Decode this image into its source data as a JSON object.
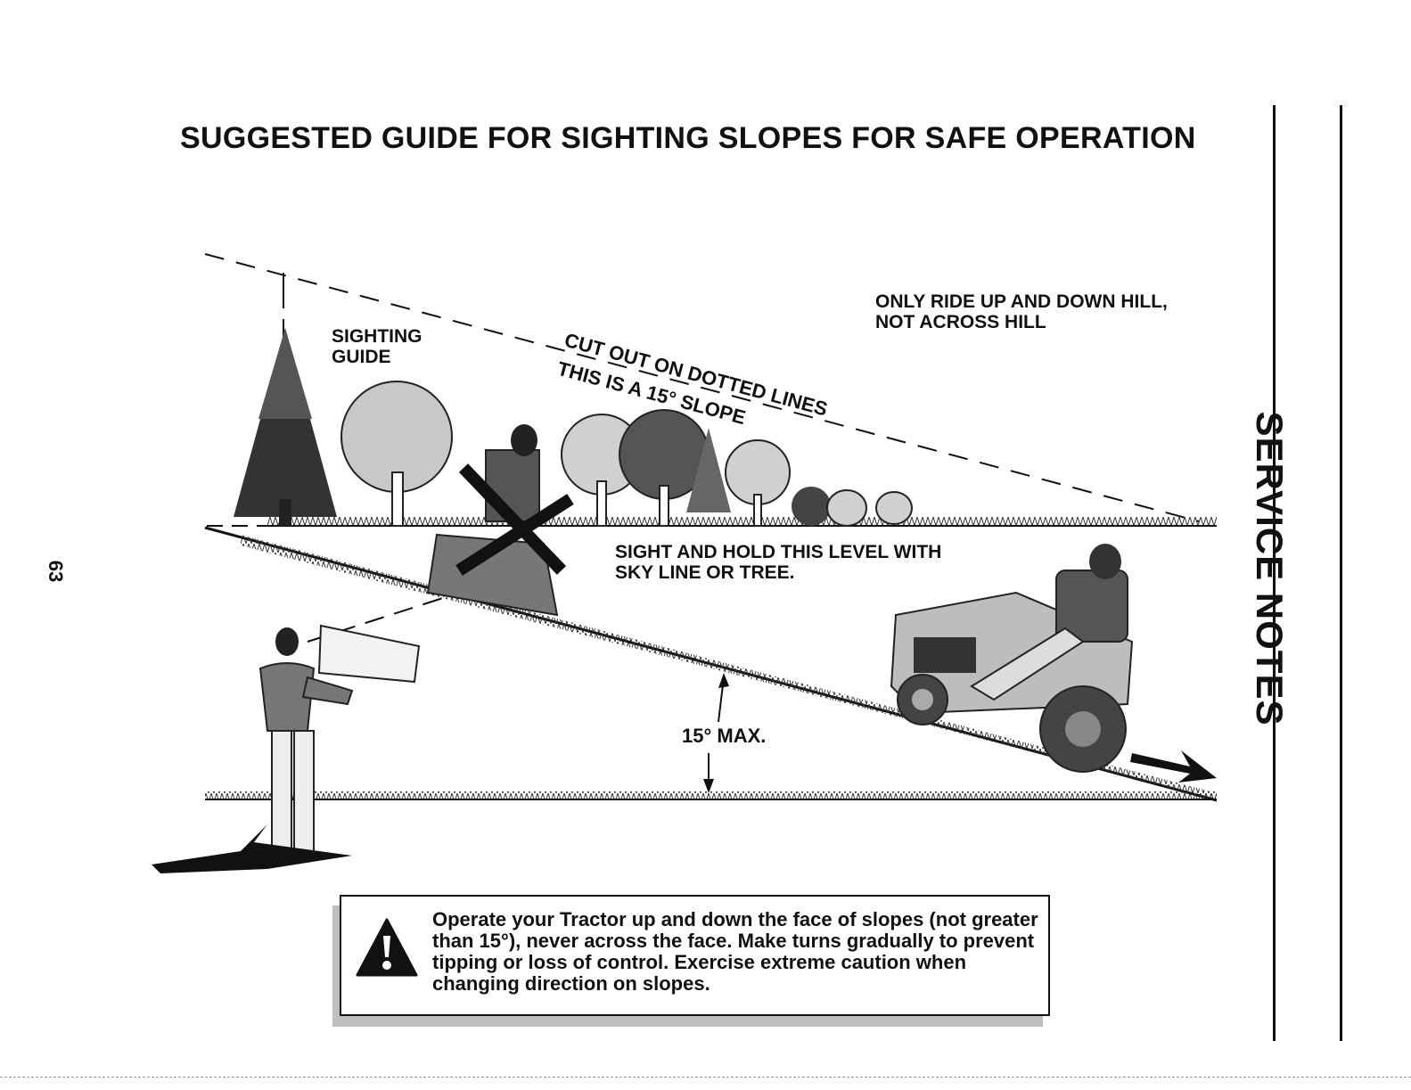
{
  "page": {
    "title": "SUGGESTED GUIDE FOR SIGHTING SLOPES FOR SAFE OPERATION",
    "page_number": "63",
    "side_title": "SERVICE NOTES"
  },
  "diagram": {
    "sighting_guide_label_line1": "SIGHTING",
    "sighting_guide_label_line2": "GUIDE",
    "cut_out_label": "CUT OUT ON DOTTED LINES",
    "slope_label": "THIS IS A 15° SLOPE",
    "ride_label_line1": "ONLY RIDE UP AND DOWN HILL,",
    "ride_label_line2": "NOT ACROSS HILL",
    "sight_label_line1": "SIGHT AND HOLD THIS LEVEL WITH",
    "sight_label_line2": "SKY LINE OR TREE.",
    "angle_label": "15° MAX."
  },
  "warning": {
    "icon": "warning-triangle-icon",
    "text": "Operate your Tractor up and down the face of slopes (not greater than 15°), never across the face. Make turns gradually to prevent tipping or loss of control. Exercise extreme caution when changing direction on slopes."
  }
}
